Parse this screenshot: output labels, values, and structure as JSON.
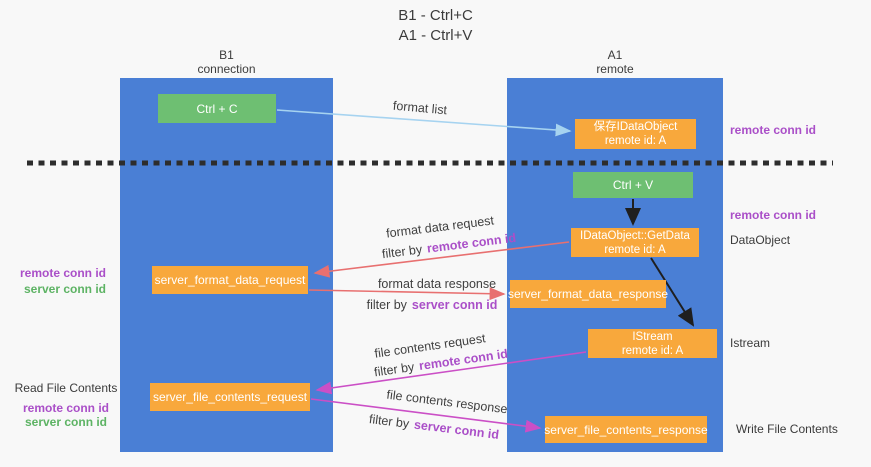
{
  "title": {
    "line1": "B1 - Ctrl+C",
    "line2": "A1 - Ctrl+V"
  },
  "lanes": {
    "left": {
      "name": "B1",
      "subtitle": "connection"
    },
    "right": {
      "name": "A1",
      "subtitle": "remote"
    }
  },
  "nodes": {
    "ctrl_c": "Ctrl + C",
    "ctrl_v": "Ctrl + V",
    "store_idataobject": {
      "line1": "保存IDataObject",
      "line2": "remote id: A"
    },
    "getdata": {
      "line1": "IDataObject::GetData",
      "line2": "remote id: A"
    },
    "istream": {
      "line1": "IStream",
      "line2": "remote id: A"
    },
    "server_format_data_request": "server_format_data_request",
    "server_format_data_response": "server_format_data_response",
    "server_file_contents_request": "server_file_contents_request",
    "server_file_contents_response": "server_file_contents_response"
  },
  "arrow_labels": {
    "format_list": "format list",
    "format_data_request": "format data request",
    "format_data_response": "format data response",
    "file_contents_request": "file contents request",
    "file_contents_response": "file contents response",
    "filter_by": "filter by"
  },
  "side_labels": {
    "remote_conn_id": "remote conn id",
    "server_conn_id": "server conn id",
    "dataobject": "DataObject",
    "istream": "Istream",
    "read_file_contents": "Read File Contents",
    "write_file_contents": "Write File Contents"
  },
  "colors": {
    "lane_blue": "#4a7fd5",
    "node_green": "#6ebf72",
    "node_orange": "#f8a83c",
    "remote_conn_purple": "#aa4fc8",
    "server_conn_green": "#5db364",
    "format_arrow_salmon": "#e87070",
    "file_arrow_magenta": "#cb4fc6",
    "format_list_blue": "#a6d3f0",
    "black_arrow": "#1f1f1f",
    "dashed_separator": "#2d2d2d"
  }
}
